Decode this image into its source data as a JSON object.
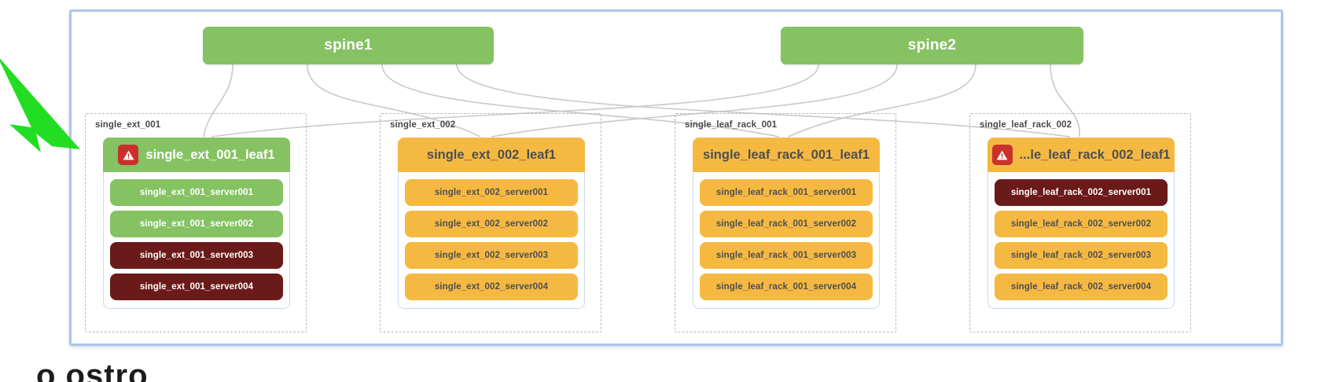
{
  "canvas": {
    "border_color": "#aac4ec"
  },
  "palette": {
    "green": "#85c262",
    "orange": "#f5b942",
    "dark_red": "#6b1a1a",
    "warning_badge": "#c8312b",
    "link": "#c9c9c9",
    "arrow": "#22dd22"
  },
  "spines": [
    {
      "label": "spine1",
      "color": "green"
    },
    {
      "label": "spine2",
      "color": "green"
    }
  ],
  "racks": [
    {
      "label": "single_ext_001",
      "leaf": {
        "label": "single_ext_001_leaf1",
        "color": "green",
        "has_warning": true,
        "warning_icon": "warning-triangle-icon"
      },
      "servers": [
        {
          "label": "single_ext_001_server001",
          "color": "green"
        },
        {
          "label": "single_ext_001_server002",
          "color": "green"
        },
        {
          "label": "single_ext_001_server003",
          "color": "dark"
        },
        {
          "label": "single_ext_001_server004",
          "color": "dark"
        }
      ]
    },
    {
      "label": "single_ext_002",
      "leaf": {
        "label": "single_ext_002_leaf1",
        "color": "orange",
        "has_warning": false,
        "warning_icon": ""
      },
      "servers": [
        {
          "label": "single_ext_002_server001",
          "color": "orange"
        },
        {
          "label": "single_ext_002_server002",
          "color": "orange"
        },
        {
          "label": "single_ext_002_server003",
          "color": "orange"
        },
        {
          "label": "single_ext_002_server004",
          "color": "orange"
        }
      ]
    },
    {
      "label": "single_leaf_rack_001",
      "leaf": {
        "label": "single_leaf_rack_001_leaf1",
        "color": "orange",
        "has_warning": false,
        "warning_icon": ""
      },
      "servers": [
        {
          "label": "single_leaf_rack_001_server001",
          "color": "orange"
        },
        {
          "label": "single_leaf_rack_001_server002",
          "color": "orange"
        },
        {
          "label": "single_leaf_rack_001_server003",
          "color": "orange"
        },
        {
          "label": "single_leaf_rack_001_server004",
          "color": "orange"
        }
      ]
    },
    {
      "label": "single_leaf_rack_002",
      "leaf": {
        "label": "...le_leaf_rack_002_leaf1",
        "color": "orange",
        "has_warning": true,
        "warning_icon": "warning-triangle-icon"
      },
      "servers": [
        {
          "label": "single_leaf_rack_002_server001",
          "color": "dark"
        },
        {
          "label": "single_leaf_rack_002_server002",
          "color": "orange"
        },
        {
          "label": "single_leaf_rack_002_server003",
          "color": "orange"
        },
        {
          "label": "single_leaf_rack_002_server004",
          "color": "orange"
        }
      ]
    }
  ],
  "annotation": {
    "arrow_target": "single_ext_001_leaf1"
  },
  "undertext": {
    "text": "o ostro"
  }
}
